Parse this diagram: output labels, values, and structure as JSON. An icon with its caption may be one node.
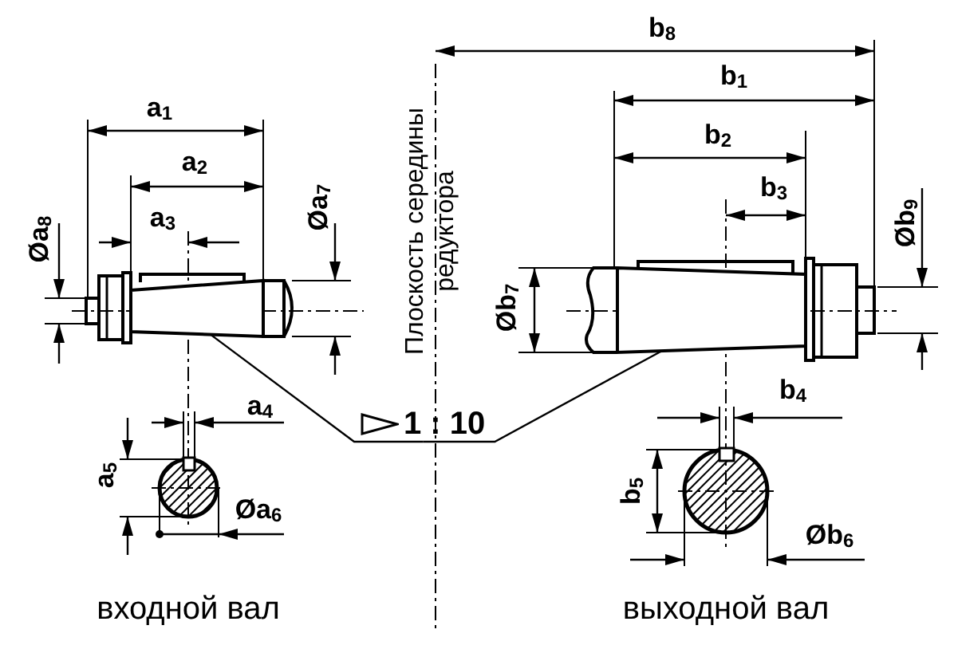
{
  "diagram": {
    "nodes": [
      {
        "text": [
          "1 : 10"
        ]
      },
      {
        "text": [],
        "shape": "cone"
      },
      {
        "text": [],
        "shape": "cone"
      }
    ],
    "edges": [
      {
        "from": 0,
        "to": 1,
        "arrow": "none"
      },
      {
        "from": 0,
        "to": 2,
        "arrow": "none"
      }
    ],
    "labels": [
      "b$_{8}$",
      "a$_{1}$",
      "b$_{1}$",
      "a$_{2}$",
      "b$_{2}$",
      "Øa$_{8}$",
      "a$_{3}$",
      "Øa$_{7}$",
      "b$_{3}$",
      "Øb$_{9}$",
      "Плоскость середины редуктора",
      "Øb$_{7}$",
      "a$_{4}$",
      "b$_{4}$",
      "a$_{5}$",
      "b$_{5}$",
      "Øa$_{6}$",
      "Øb$_{6}$",
      "входной вал",
      "выходной вал"
    ]
  }
}
